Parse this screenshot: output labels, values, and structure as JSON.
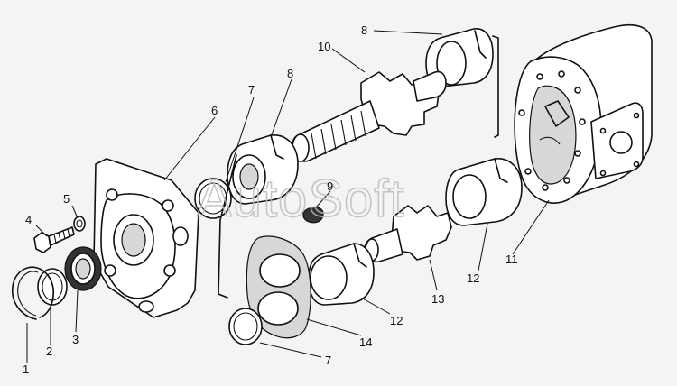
{
  "watermark": "AutoSoft",
  "callouts": [
    {
      "id": "1",
      "text": "1"
    },
    {
      "id": "2",
      "text": "2"
    },
    {
      "id": "3",
      "text": "3"
    },
    {
      "id": "4",
      "text": "4"
    },
    {
      "id": "5",
      "text": "5"
    },
    {
      "id": "6",
      "text": "6"
    },
    {
      "id": "7a",
      "text": "7"
    },
    {
      "id": "7b",
      "text": "7"
    },
    {
      "id": "8a",
      "text": "8"
    },
    {
      "id": "8b",
      "text": "8"
    },
    {
      "id": "9",
      "text": "9"
    },
    {
      "id": "10",
      "text": "10"
    },
    {
      "id": "11",
      "text": "11"
    },
    {
      "id": "12a",
      "text": "12"
    },
    {
      "id": "12b",
      "text": "12"
    },
    {
      "id": "13",
      "text": "13"
    },
    {
      "id": "14",
      "text": "14"
    }
  ]
}
